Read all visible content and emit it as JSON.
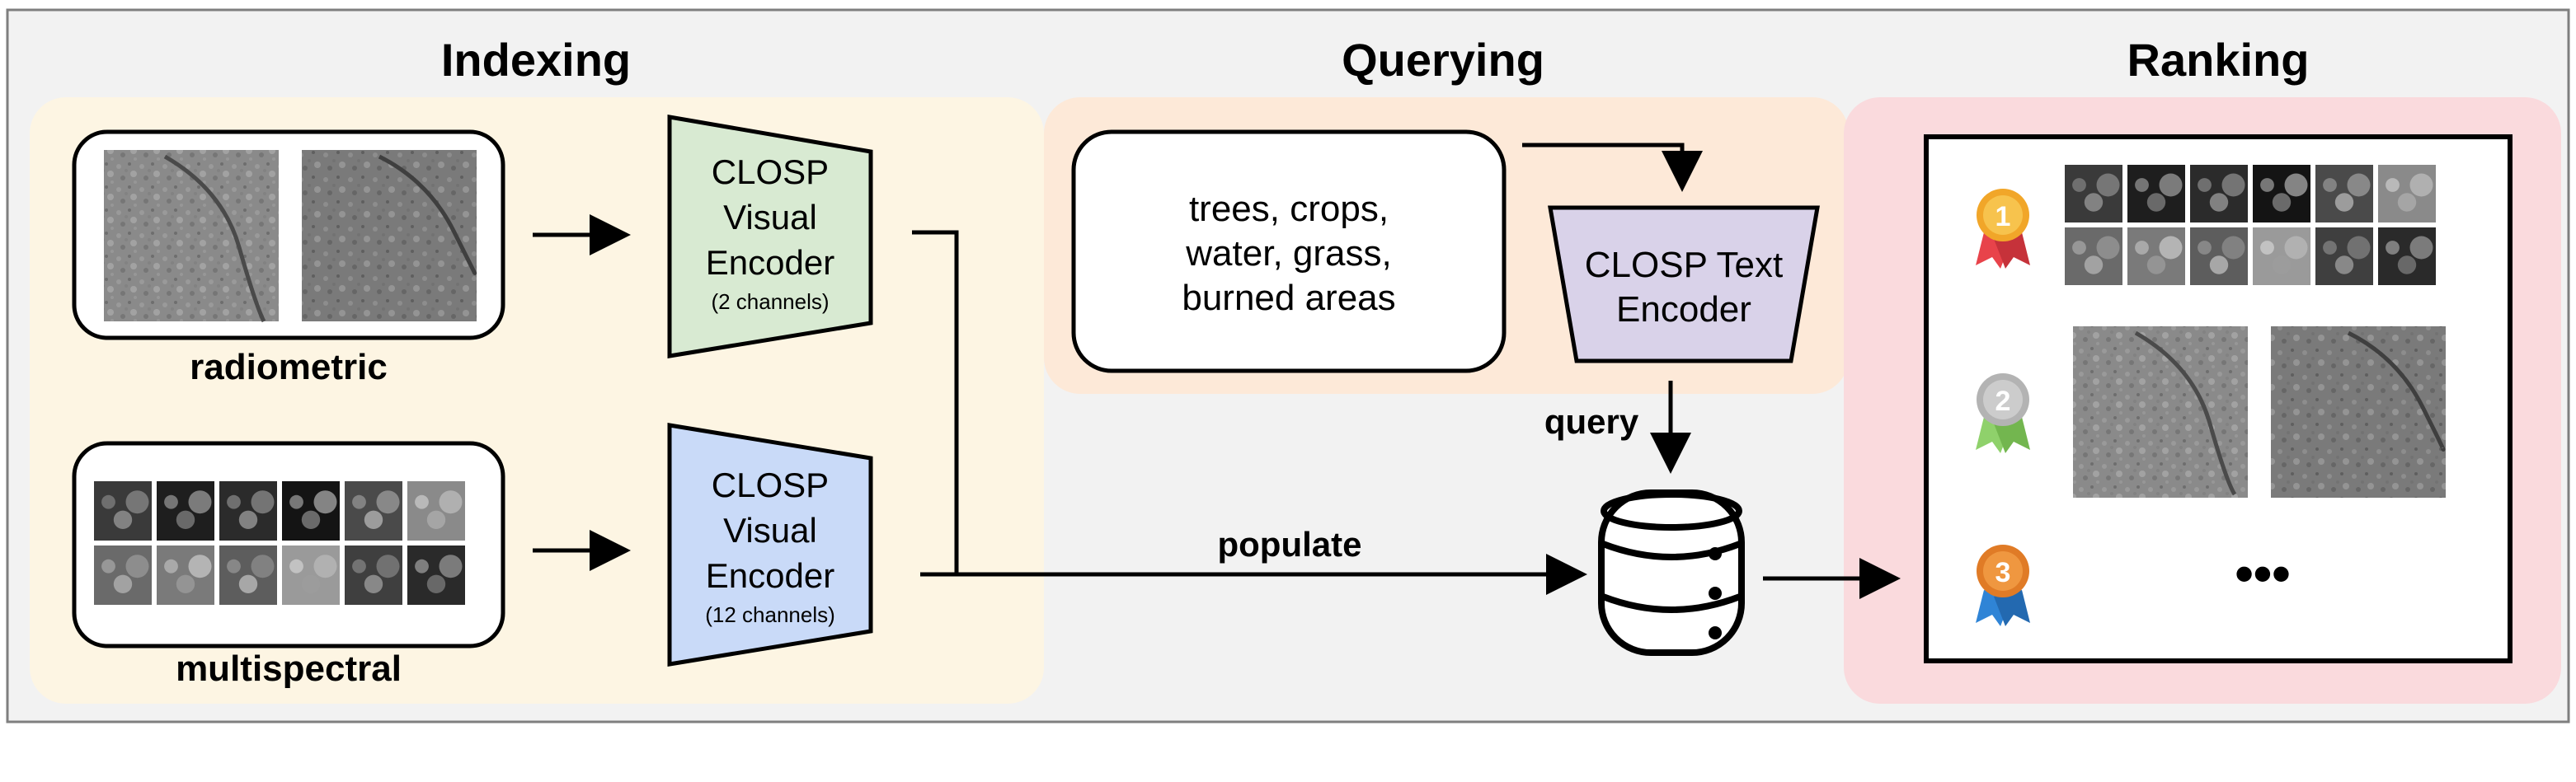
{
  "sections": {
    "indexing": "Indexing",
    "querying": "Querying",
    "ranking": "Ranking"
  },
  "indexing": {
    "radiometric_label": "radiometric",
    "multispectral_label": "multispectral",
    "encoder_radiometric": {
      "lines": [
        "CLOSP",
        "Visual",
        "Encoder"
      ],
      "channels": "(2 channels)"
    },
    "encoder_multispectral": {
      "lines": [
        "CLOSP",
        "Visual",
        "Encoder"
      ],
      "channels": "(12 channels)"
    }
  },
  "querying": {
    "query_text_lines": [
      "trees, crops,",
      "water, grass,",
      "burned areas"
    ],
    "text_encoder_lines": [
      "CLOSP Text",
      "Encoder"
    ],
    "query_label": "query",
    "populate_label": "populate"
  },
  "ranking": {
    "rank_icons": [
      "gold-medal-icon",
      "silver-medal-icon",
      "bronze-medal-icon"
    ],
    "rank_numbers": [
      "1",
      "2",
      "3"
    ],
    "ellipsis": "•••"
  },
  "colors": {
    "background": "#f2f2f2",
    "indexing_panel": "#fdf5e3",
    "querying_panel": "#fde9d8",
    "ranking_panel": "#fadadd",
    "encoder_radiometric_fill": "#d8ead2",
    "encoder_multispectral_fill": "#c9daf8",
    "text_encoder_fill": "#d9d2e9",
    "gold": "#f1a629",
    "silver": "#b3b3b3",
    "bronze": "#e07b26",
    "ribbon_gold": "#e8434a",
    "ribbon_silver": "#8fd16b",
    "ribbon_bronze": "#2f84d6"
  }
}
